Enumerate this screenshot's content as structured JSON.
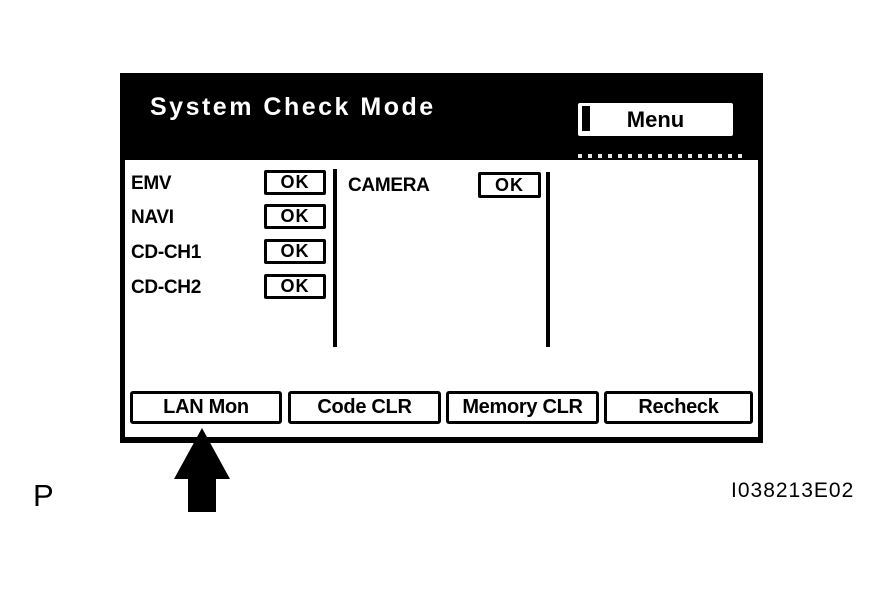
{
  "figure": {
    "label": "P",
    "code": "I038213E02"
  },
  "screen": {
    "title": "System Check Mode",
    "menu_button_label": "Menu",
    "systems": [
      {
        "name": "EMV",
        "status": "OK"
      },
      {
        "name": "NAVI",
        "status": "OK"
      },
      {
        "name": "CD-CH1",
        "status": "OK"
      },
      {
        "name": "CD-CH2",
        "status": "OK"
      },
      {
        "name": "CAMERA",
        "status": "OK"
      }
    ],
    "buttons": [
      {
        "label": "LAN Mon"
      },
      {
        "label": "Code CLR"
      },
      {
        "label": "Memory CLR"
      },
      {
        "label": "Recheck"
      }
    ],
    "colors": {
      "header_bg": "#000000",
      "body_bg": "#ffffff",
      "ink": "#000000"
    }
  },
  "icons": {
    "annotation_arrow": "arrow-up-icon"
  }
}
